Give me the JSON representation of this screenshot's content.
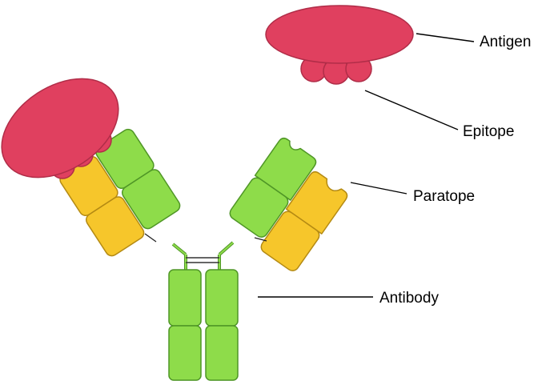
{
  "labels": {
    "antigen": "Antigen",
    "epitope": "Epitope",
    "paratope": "Paratope",
    "antibody": "Antibody"
  },
  "colors": {
    "antigen_fill": "#e0405f",
    "antigen_stroke": "#b02d48",
    "heavy_chain_fill": "#8edc4a",
    "heavy_chain_stroke": "#4f9626",
    "light_chain_fill": "#f6c62b",
    "light_chain_stroke": "#b48a13",
    "line": "#000000"
  },
  "icons": {
    "antigen": "antigen-shape",
    "antibody": "antibody-y-shape"
  }
}
